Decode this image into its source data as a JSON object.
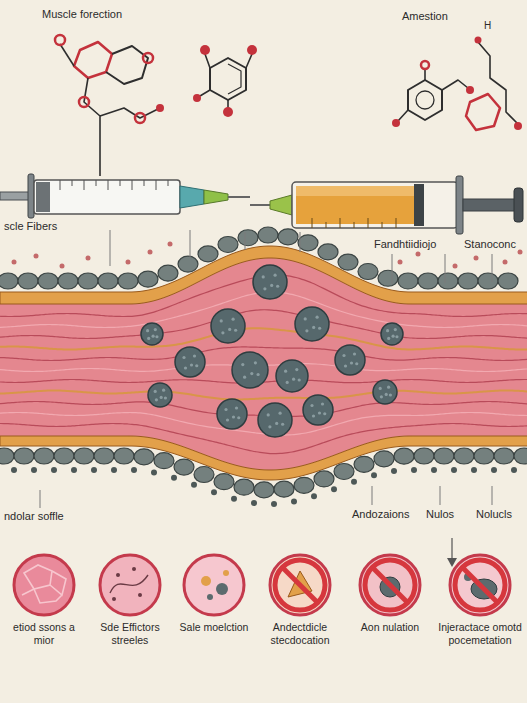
{
  "diagram": {
    "nodes": [
      {
        "text": [
          "etiod ssons a mior"
        ]
      },
      {
        "text": [
          "Sde Effictors streeles"
        ]
      },
      {
        "text": [
          "Sale moelction"
        ]
      },
      {
        "text": [
          "Andectdicle stecdocation"
        ]
      },
      {
        "text": [
          "Aon nulation"
        ]
      },
      {
        "text": [
          "Injeractace omotd pocemetation"
        ]
      }
    ],
    "labels": [
      "Muscle forection",
      "Amestion",
      "H",
      "scle Fibers",
      "Fandhtiidiojo",
      "Stanoconc",
      "ndolar soffle",
      "Andozaions",
      "Nulos",
      "Nolucls"
    ]
  }
}
